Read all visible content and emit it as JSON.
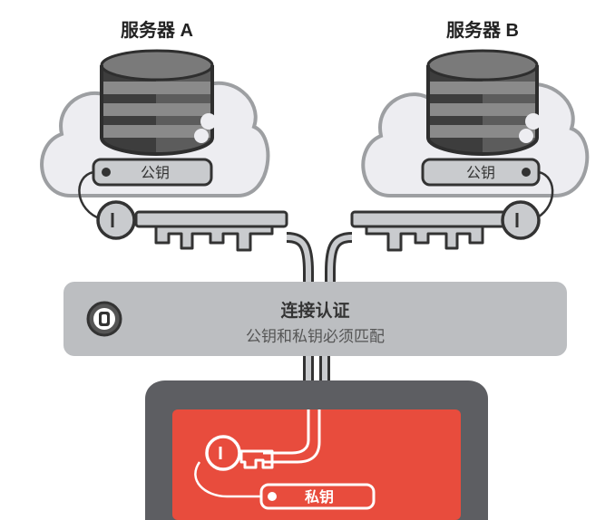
{
  "server_a": {
    "title": "服务器 A",
    "key_label": "公钥"
  },
  "server_b": {
    "title": "服务器 B",
    "key_label": "公钥"
  },
  "auth": {
    "title": "连接认证",
    "subtitle": "公钥和私钥必须匹配"
  },
  "client": {
    "key_label": "私钥"
  },
  "colors": {
    "cloud_fill": "#ededf1",
    "cloud_stroke": "#9d9fa2",
    "db_dark": "#3d3d3d",
    "db_light": "#8a8a8a",
    "auth_box": "#bcbec1",
    "laptop_frame": "#5d5e62",
    "screen_red": "#e84c3d",
    "key_fill": "#c9cbce"
  }
}
